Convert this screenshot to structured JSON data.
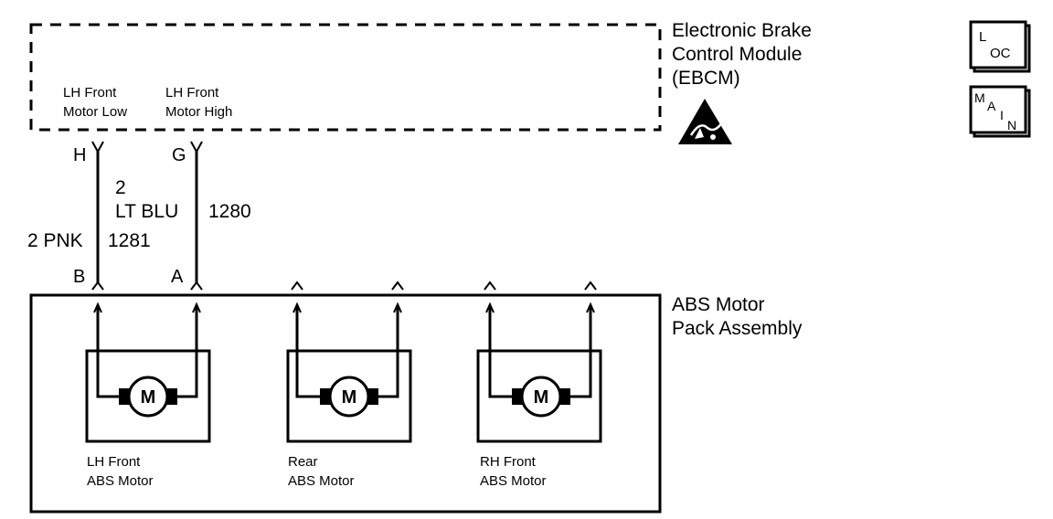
{
  "ebcm": {
    "title_lines": [
      "Electronic Brake",
      "Control Module",
      "(EBCM)"
    ],
    "inner_labels": [
      [
        "LH Front",
        "Motor Low"
      ],
      [
        "LH Front",
        "Motor High"
      ]
    ],
    "pins": [
      "H",
      "G"
    ]
  },
  "wires": {
    "left": {
      "size_color": "2 PNK",
      "circuit": "1281"
    },
    "right": {
      "size": "2",
      "color": "LT BLU",
      "circuit": "1280"
    }
  },
  "motor_pack": {
    "title_lines": [
      "ABS Motor",
      "Pack Assembly"
    ],
    "pins": [
      "B",
      "A"
    ],
    "motor_symbol": "M",
    "motors": [
      [
        "LH Front",
        "ABS Motor"
      ],
      [
        "Rear",
        "ABS Motor"
      ],
      [
        "RH Front",
        "ABS Motor"
      ]
    ]
  },
  "icons": {
    "loc": {
      "big": "L",
      "sub": "OC"
    },
    "main": {
      "parts": [
        "M",
        "A",
        "I",
        "N"
      ]
    },
    "esd": "esd-warning-icon"
  }
}
